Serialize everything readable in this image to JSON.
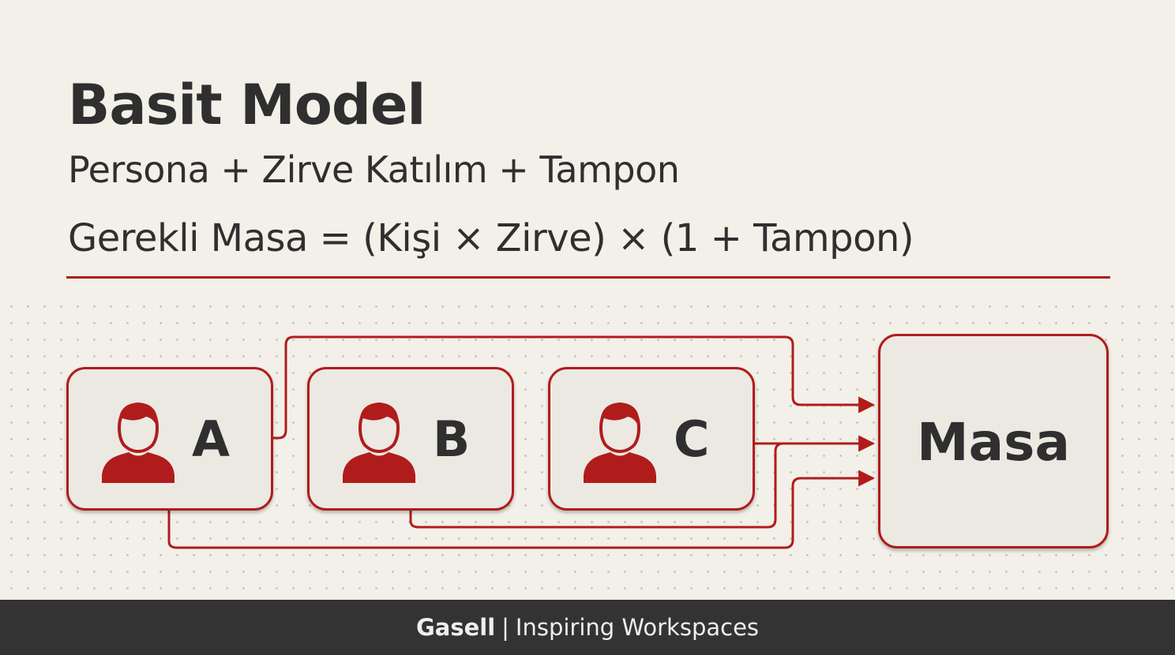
{
  "title": "Basit Model",
  "subtitle": "Persona + Zirve Katılım + Tampon",
  "formula": "Gerekli Masa = (Kişi × Zirve) × (1 + Tampon)",
  "diagram": {
    "personas": [
      {
        "label": "A",
        "icon": "person-icon"
      },
      {
        "label": "B",
        "icon": "person-icon"
      },
      {
        "label": "C",
        "icon": "person-icon"
      }
    ],
    "target": {
      "label": "Masa"
    }
  },
  "footer": {
    "brand": "Gasell",
    "separator": "|",
    "tagline": "Inspiring Workspaces"
  },
  "colors": {
    "accent": "#b01c1c",
    "text": "#2f2f2f",
    "background": "#f2f0e8",
    "footer": "#333333"
  }
}
